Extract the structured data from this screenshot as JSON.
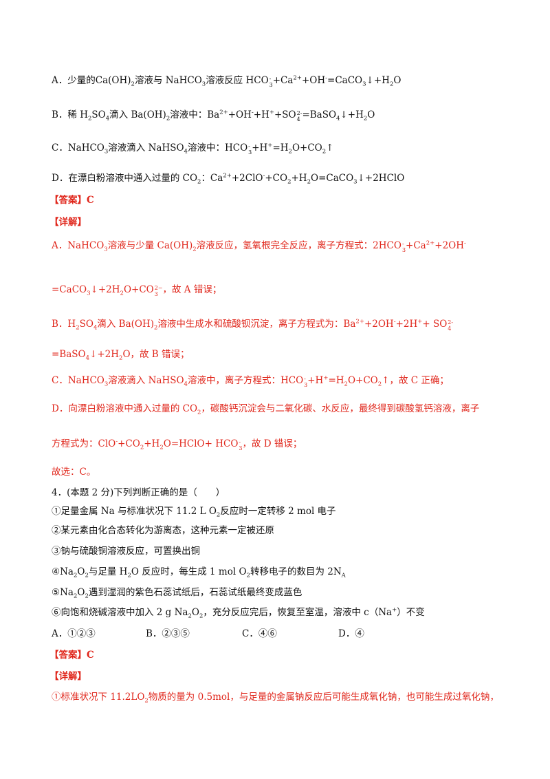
{
  "q3_options": {
    "a": {
      "text1": "A．少量的Ca(OH)",
      "text2": "溶液与 NaHCO",
      "text3": "溶液反应 HCO",
      "text4": "+Ca",
      "text5": "+OH",
      "text6": "=CaCO",
      "text7": "↓+H",
      "text8": "O"
    },
    "b": {
      "text1": "B．稀 H",
      "text2": "SO",
      "text3": "滴入 Ba(OH)",
      "text4": "溶液中：Ba",
      "text5": "+OH",
      "text6": "+H",
      "text7": "+SO",
      "text8": "=BaSO",
      "text9": "↓+H",
      "text10": "O"
    },
    "c": {
      "text1": "C．NaHCO",
      "text2": "溶液滴入 NaHSO",
      "text3": "溶液中：HCO",
      "text4": "+H",
      "text5": "=H",
      "text6": "O+CO",
      "text7": "↑"
    },
    "d": {
      "text1": "D．在漂白粉溶液中通入过量的 CO",
      "text2": "：Ca",
      "text3": "+2ClO",
      "text4": "+CO",
      "text5": "+H",
      "text6": "O=CaCO",
      "text7": "↓+2HClO"
    }
  },
  "q3_answer": {
    "label": "【答案】C"
  },
  "q3_detail": {
    "label": "【详解】",
    "a1": {
      "t1": "A．NaHCO",
      "t2": "溶液与少量 Ca(OH)",
      "t3": "溶液反应，氢氧根完全反应，离子方程式：2HCO",
      "t4": "+Ca",
      "t5": "+2OH"
    },
    "a2": {
      "t1": "=CaCO",
      "t2": "↓+2H",
      "t3": "O+CO",
      "t4": "，故 A 错误；"
    },
    "b1": {
      "t1": "B．H",
      "t2": "SO",
      "t3": "滴入 Ba(OH)",
      "t4": "溶液中生成水和硫酸钡沉淀，离子方程式为：Ba",
      "t5": "+2OH",
      "t6": "+2H",
      "t7": "+ SO"
    },
    "b2": {
      "t1": "=BaSO",
      "t2": "↓+2H",
      "t3": "O，故 B 错误；"
    },
    "c1": {
      "t1": "C．NaHCO",
      "t2": "溶液滴入 NaHSO",
      "t3": "溶液中，离子方程式：HCO",
      "t4": "+H",
      "t5": "=H",
      "t6": "O+CO",
      "t7": "↑，故 C 正确；"
    },
    "d1": {
      "t1": "D．向漂白粉溶液中通入过量的 CO",
      "t2": "，碳酸钙沉淀会与二氧化碳、水反应，最终得到碳酸氢钙溶液，离子"
    },
    "d2": {
      "t1": "方程式为：ClO",
      "t2": "+CO",
      "t3": "+H",
      "t4": "O=HClO+ HCO",
      "t5": "，故 D 错误；"
    },
    "conclusion": "故选：C。"
  },
  "q4": {
    "stem": "4．(本题 2 分)下列判断正确的是（　　）",
    "s1": {
      "t1": "①足量金属 Na 与标准状况下 11.2 L O",
      "t2": "反应时一定转移 2 mol 电子"
    },
    "s2": "②某元素由化合态转化为游离态，这种元素一定被还原",
    "s3": "③钠与硫酸铜溶液反应，可置换出铜",
    "s4": {
      "t1": "④Na",
      "t2": "O",
      "t3": "与足量 H",
      "t4": "O 反应时，每生成 1 mol O",
      "t5": "转移电子的数目为 2N",
      "t6": "A"
    },
    "s5": {
      "t1": "⑤Na",
      "t2": "O",
      "t3": "遇到湿润的紫色石蕊试纸后，石蕊试纸最终变成蓝色"
    },
    "s6": {
      "t1": "⑥向饱和烧碱溶液中加入 2 g Na",
      "t2": "O",
      "t3": "，充分反应完后，恢复至室温，溶液中 c（Na",
      "t4": "）不变"
    },
    "options": [
      "A．①②③",
      "B．②③⑤",
      "C．④⑥",
      "D．④"
    ]
  },
  "q4_answer": {
    "label": "【答案】C"
  },
  "q4_detail": {
    "label": "【详解】",
    "l1": {
      "t1": "①标准状况下 11.2LO",
      "t2": "物质的量为 0.5mol，与足量的金属钠反应后可能生成氧化钠，也可能生成过氧化钠，"
    }
  },
  "sub": {
    "two": "2",
    "three": "3",
    "four": "4"
  },
  "charge": {
    "plus": "+",
    "minus": "-",
    "two_plus": "2+",
    "two_minus": "2-",
    "dash": "-",
    "two_dash": "2−"
  }
}
